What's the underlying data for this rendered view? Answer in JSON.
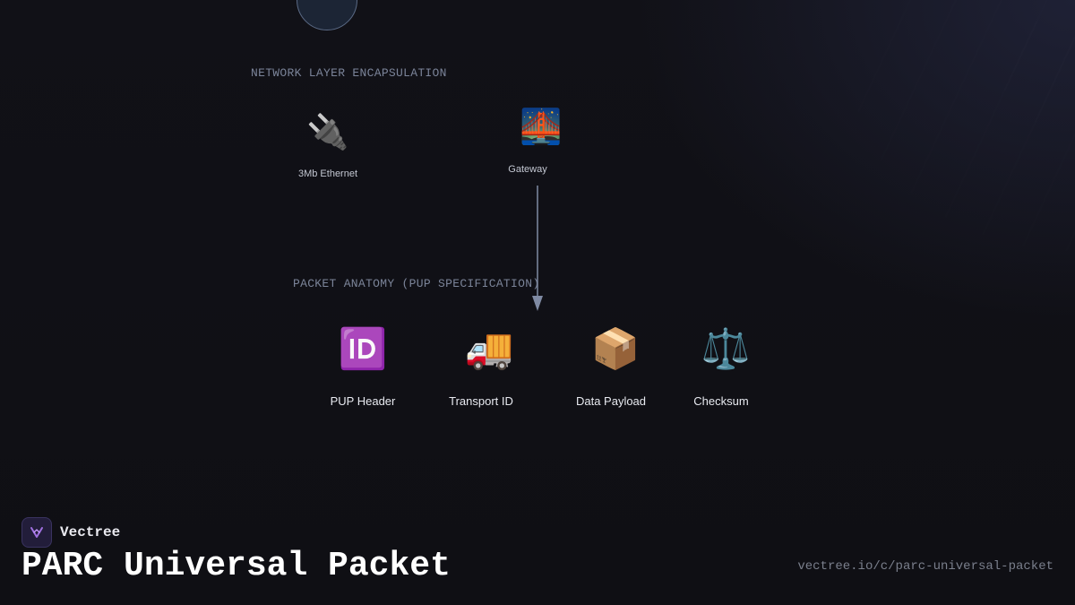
{
  "sections": {
    "network_layer": "NETWORK LAYER ENCAPSULATION",
    "packet_anatomy": "PACKET ANATOMY (PUP SPECIFICATION)"
  },
  "network_nodes": [
    {
      "label": "3Mb Ethernet",
      "icon": "electric-plug-icon",
      "glyph": "🔌"
    },
    {
      "label": "Gateway",
      "icon": "bridge-at-night-icon",
      "glyph": "🌉"
    }
  ],
  "packet_nodes": [
    {
      "label": "PUP Header",
      "icon": "id-button-icon",
      "glyph": "🆔"
    },
    {
      "label": "Transport ID",
      "icon": "delivery-truck-icon",
      "glyph": "🚚"
    },
    {
      "label": "Data Payload",
      "icon": "package-icon",
      "glyph": "📦"
    },
    {
      "label": "Checksum",
      "icon": "balance-scale-icon",
      "glyph": "⚖️"
    }
  ],
  "edges": [
    {
      "from": "Gateway",
      "to": "PACKET ANATOMY (PUP SPECIFICATION)"
    }
  ],
  "brand": {
    "name": "Vectree"
  },
  "title": "PARC Universal Packet",
  "url": "vectree.io/c/parc-universal-packet",
  "colors": {
    "background": "#101015",
    "section_label": "#7b8499",
    "arrow": "#7f8aa3",
    "brand_accent": "#a070e0"
  }
}
